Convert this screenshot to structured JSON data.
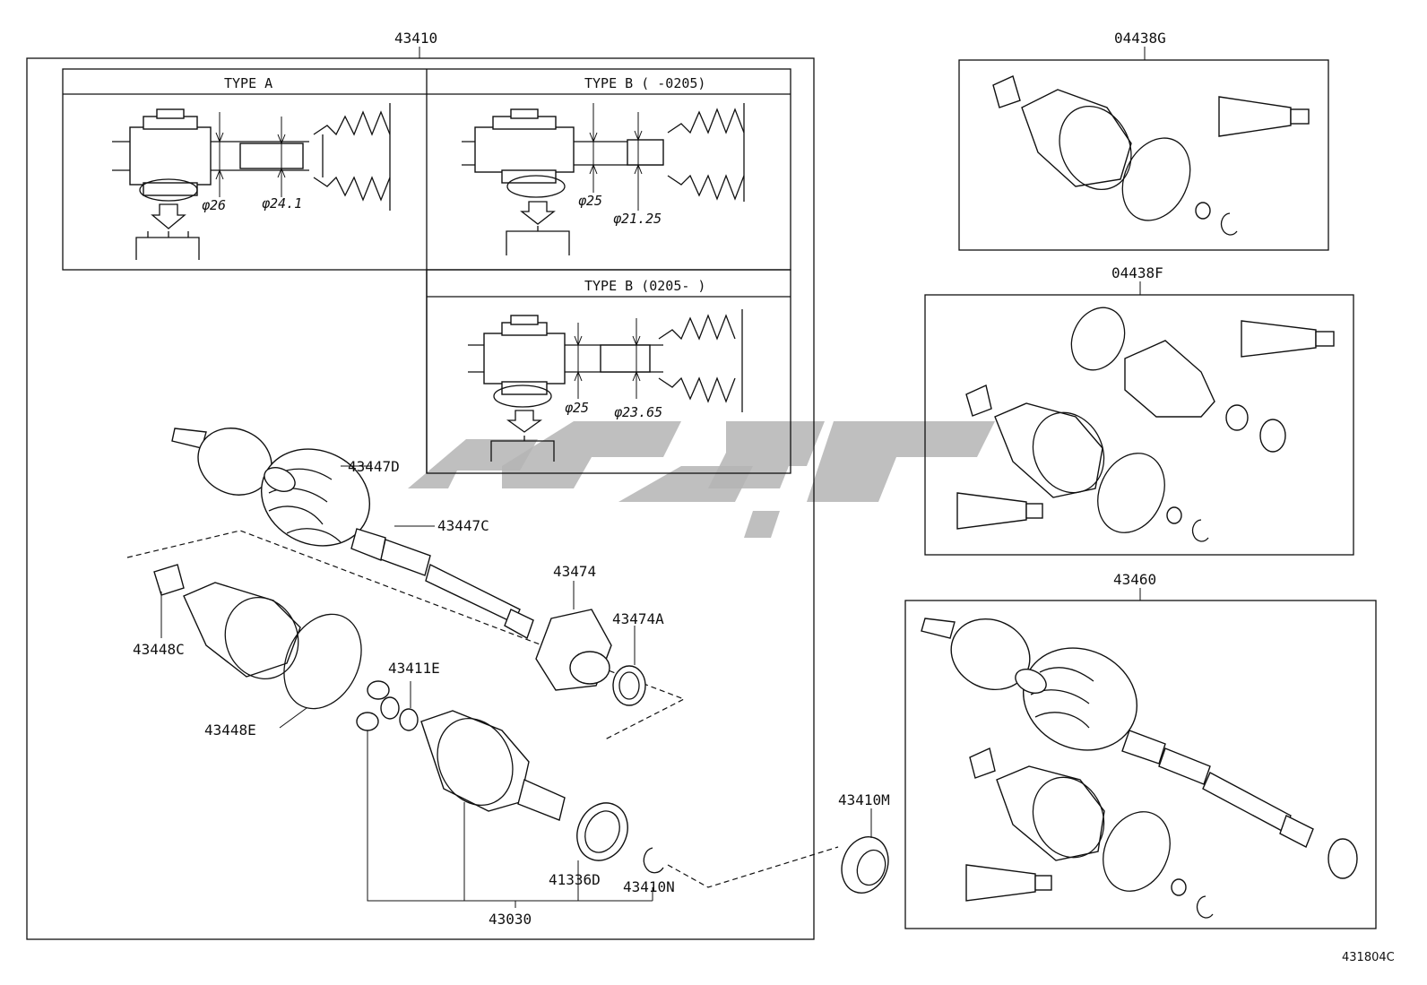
{
  "labels": {
    "main_assembly": "43410",
    "boot_kit_g": "04438G",
    "boot_kit_f": "04438F",
    "shaft_assembly_right": "43460",
    "inner_boot": "43447D",
    "boot_clamp_inner": "43447C",
    "damper": "43474",
    "damper_clamp": "43474A",
    "outer_boot_clamp": "43448C",
    "outer_boot_band": "43448E",
    "tripod_joint": "43411E",
    "dust_seal": "41336D",
    "snap_ring": "43410N",
    "seal_m": "43410M",
    "inboard_joint": "43030"
  },
  "panels": {
    "type_a": {
      "title": "TYPE A",
      "dim1": "φ26",
      "dim2": "φ24.1"
    },
    "type_b_early": {
      "title": "TYPE B  (     -0205)",
      "dim1": "φ25",
      "dim2": "φ21.25"
    },
    "type_b_late": {
      "title": "TYPE B  (0205-     )",
      "dim1": "φ25",
      "dim2": "φ23.65"
    }
  },
  "figure_ref": "431804C",
  "watermark_color": "#b4b4b4"
}
